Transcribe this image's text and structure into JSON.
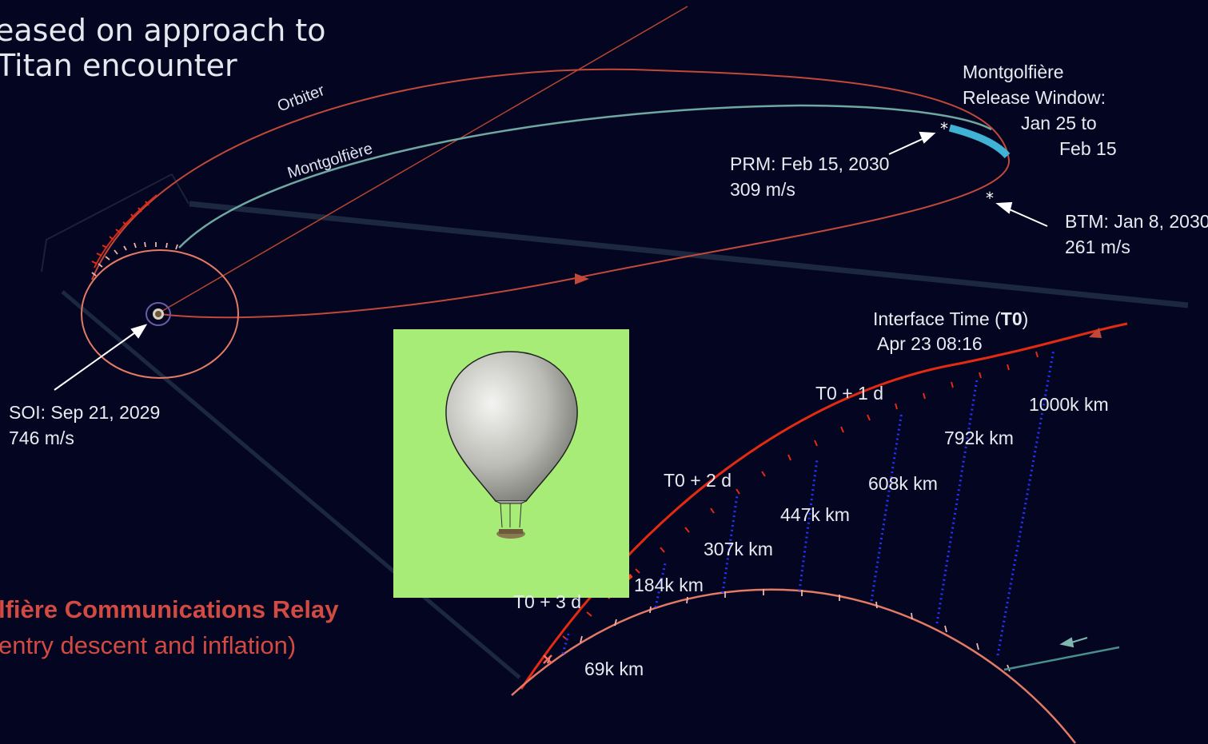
{
  "header": {
    "line1": "eased on approach to",
    "line2": "Titan encounter"
  },
  "relay": {
    "title": "lfière Communications Relay",
    "subtitle": "entry descent and inflation)"
  },
  "orbits": {
    "orbiter_label": "Orbiter",
    "montgolfiere_label": "Montgolfière"
  },
  "events": {
    "soi": {
      "line1": "SOI: Sep 21, 2029",
      "line2": "746 m/s"
    },
    "prm": {
      "line1": "PRM: Feb 15, 2030",
      "line2": "309 m/s"
    },
    "btm": {
      "line1": "BTM: Jan 8, 2030",
      "line2": "261 m/s"
    },
    "release": {
      "line1": "Montgolfière",
      "line2": "Release Window:",
      "line3": "Jan 25  to",
      "line4": "Feb 15"
    },
    "interface": {
      "prefix": "Interface Time (",
      "bold": "T0",
      "suffix": ")",
      "date": "Apr 23 08:16"
    }
  },
  "timeline": {
    "t1": "T0 + 1 d",
    "t2": "T0 + 2 d",
    "t3": "T0 + 3 d"
  },
  "distances": {
    "d69": "69k km",
    "d184": "184k km",
    "d307": "307k km",
    "d447": "447k km",
    "d608": "608k km",
    "d792": "792k km",
    "d1000": "1000k km"
  },
  "colors": {
    "background": "#040621",
    "orbiter_orbit": "#c2483a",
    "montgolfiere_orbit": "#6fa7a1",
    "titan_orbit": "#e37a65",
    "approach_trajectory": "#e52a12",
    "distance_lines": "#2333ff",
    "release_window": "#3fb2d6",
    "balloon_panel": "#a8ec78"
  }
}
